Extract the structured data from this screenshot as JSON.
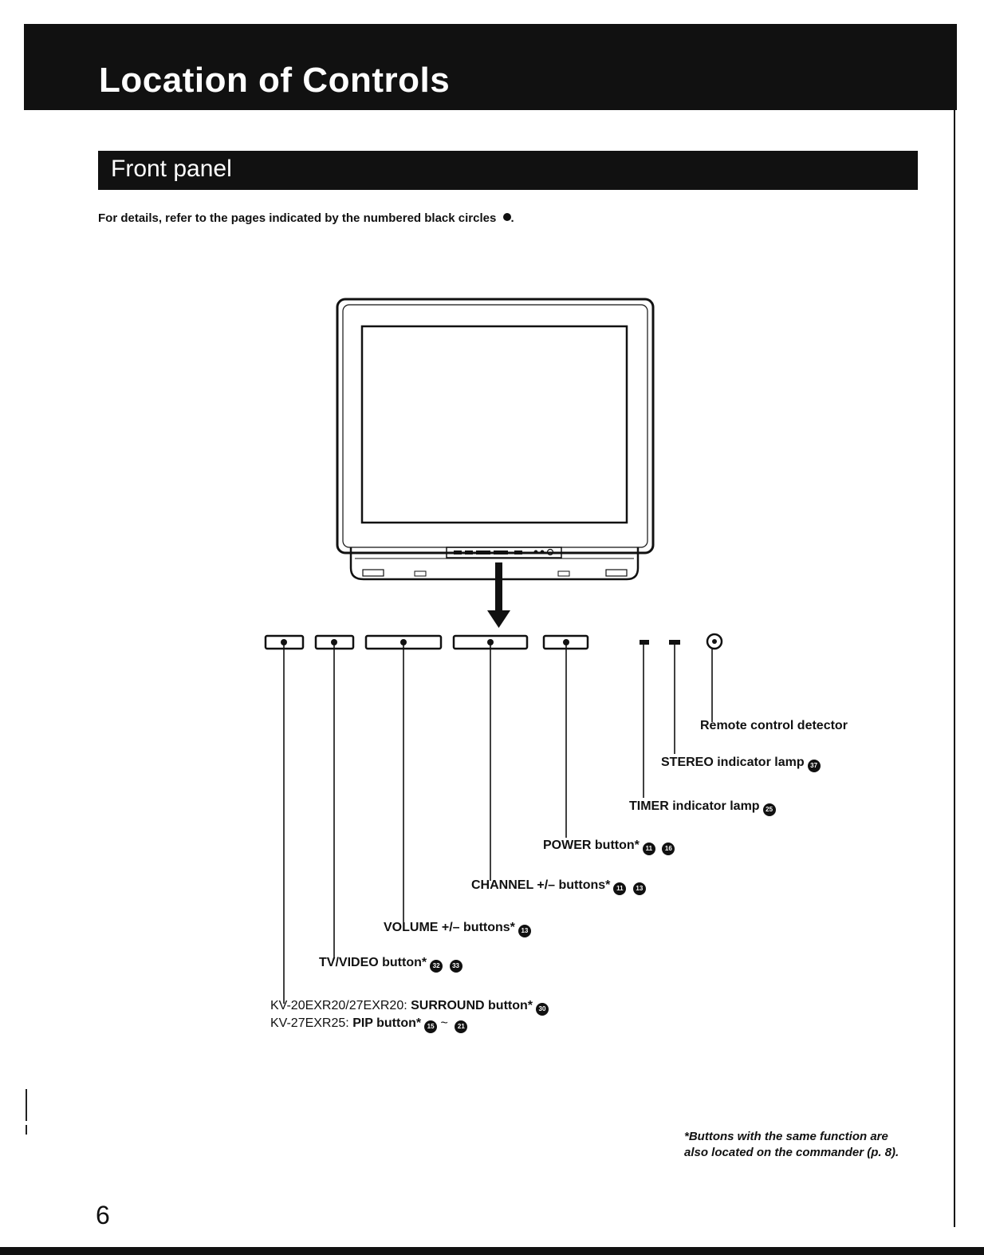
{
  "header": {
    "title": "Location of Controls"
  },
  "section": {
    "title": "Front panel"
  },
  "intro": {
    "text": "For details, refer to the pages indicated by the numbered black circles"
  },
  "labels": {
    "remote": "Remote control detector",
    "stereo": "STEREO indicator lamp",
    "timer": "TIMER indicator lamp",
    "power": "POWER button*",
    "channel": "CHANNEL +/– buttons*",
    "volume": "VOLUME +/– buttons*",
    "tvvideo": "TV/VIDEO button*",
    "surround_prefix": "KV-20EXR20/27EXR20:",
    "surround": "SURROUND button*",
    "pip_prefix": "KV-27EXR25:",
    "pip": "PIP button*"
  },
  "page_refs": {
    "stereo": [
      "37"
    ],
    "timer": [
      "25"
    ],
    "power": [
      "11",
      "16"
    ],
    "channel": [
      "11",
      "13"
    ],
    "volume": [
      "13"
    ],
    "tvvideo": [
      "32",
      "33"
    ],
    "surround": [
      "30"
    ],
    "pip": [
      "15",
      "21"
    ]
  },
  "footnote": {
    "text": "*Buttons with the same function are also located on the commander (p. 8)."
  },
  "page": {
    "number": "6"
  }
}
